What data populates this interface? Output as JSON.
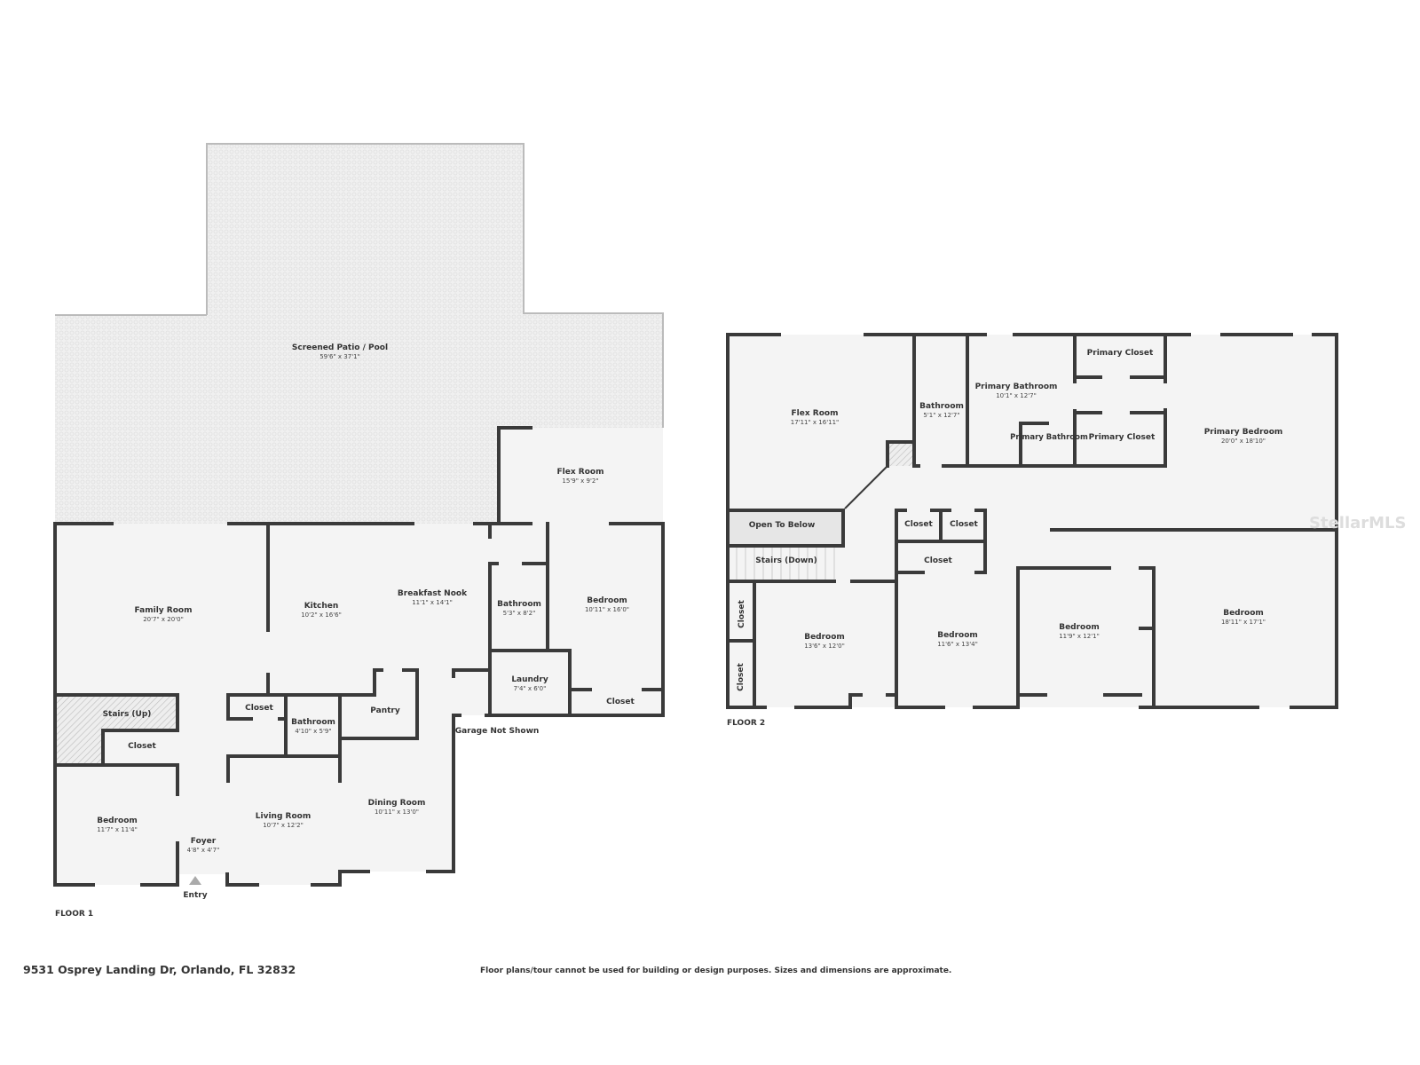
{
  "floor1": {
    "label": "FLOOR 1",
    "rooms": [
      {
        "name": "Screened Patio / Pool",
        "dims": "59'6\" x 37'1\""
      },
      {
        "name": "Flex Room",
        "dims": "15'9\" x 9'2\""
      },
      {
        "name": "Family Room",
        "dims": "20'7\" x 20'0\""
      },
      {
        "name": "Kitchen",
        "dims": "10'2\" x 16'6\""
      },
      {
        "name": "Breakfast Nook",
        "dims": "11'1\" x 14'1\""
      },
      {
        "name": "Bathroom",
        "dims": "5'3\" x 8'2\""
      },
      {
        "name": "Bedroom",
        "dims": "10'11\" x 16'0\""
      },
      {
        "name": "Laundry",
        "dims": "7'4\" x 6'0\""
      },
      {
        "name": "Closet",
        "dims": ""
      },
      {
        "name": "Stairs (Up)",
        "dims": ""
      },
      {
        "name": "Closet",
        "dims": ""
      },
      {
        "name": "Closet",
        "dims": ""
      },
      {
        "name": "Bathroom",
        "dims": "4'10\" x 5'9\""
      },
      {
        "name": "Pantry",
        "dims": ""
      },
      {
        "name": "Bedroom",
        "dims": "11'7\" x 11'4\""
      },
      {
        "name": "Foyer",
        "dims": "4'8\" x 4'7\""
      },
      {
        "name": "Living Room",
        "dims": "10'7\" x 12'2\""
      },
      {
        "name": "Dining Room",
        "dims": "10'11\" x 13'0\""
      }
    ],
    "garage_note": "Garage Not Shown",
    "entry_label": "Entry"
  },
  "floor2": {
    "label": "FLOOR 2",
    "rooms": [
      {
        "name": "Flex Room",
        "dims": "17'11\" x 16'11\""
      },
      {
        "name": "Bathroom",
        "dims": "5'1\" x 12'7\""
      },
      {
        "name": "Primary Bathroom",
        "dims": "10'1\" x 12'7\""
      },
      {
        "name": "Primary Closet",
        "dims": ""
      },
      {
        "name": "Primary Bathroom",
        "dims": ""
      },
      {
        "name": "Primary Closet",
        "dims": ""
      },
      {
        "name": "Primary Bedroom",
        "dims": "20'0\" x 18'10\""
      },
      {
        "name": "Open To Below",
        "dims": ""
      },
      {
        "name": "Stairs (Down)",
        "dims": ""
      },
      {
        "name": "Closet",
        "dims": ""
      },
      {
        "name": "Closet",
        "dims": ""
      },
      {
        "name": "Closet",
        "dims": ""
      },
      {
        "name": "Closet",
        "dims": ""
      },
      {
        "name": "Closet",
        "dims": ""
      },
      {
        "name": "Bedroom",
        "dims": "13'6\" x 12'0\""
      },
      {
        "name": "Bedroom",
        "dims": "11'6\" x 13'4\""
      },
      {
        "name": "Bedroom",
        "dims": "11'9\" x 12'1\""
      },
      {
        "name": "Bedroom",
        "dims": "18'11\" x 17'1\""
      }
    ]
  },
  "footer": {
    "address": "9531 Osprey Landing Dr, Orlando, FL 32832",
    "disclaimer": "Floor plans/tour cannot be used for building or design purposes. Sizes and dimensions are approximate."
  },
  "watermark": "StellarMLS",
  "colors": {
    "wall": "#3a3a3a",
    "floor": "#f4f4f4",
    "text": "#333333"
  }
}
